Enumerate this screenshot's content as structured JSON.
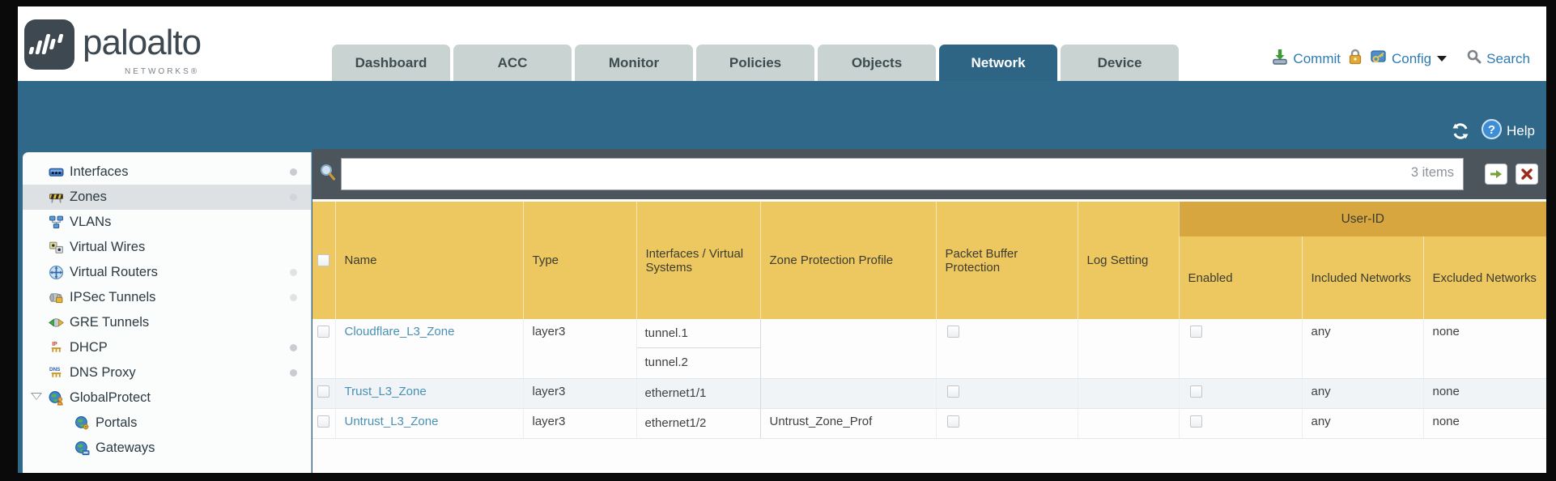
{
  "colors": {
    "teal_band": "#2f6889",
    "tab_active": "#2e6584",
    "tab_inactive": "#c9d3d2",
    "filter_bar": "#4c555b",
    "table_header_gold": "#edc75f",
    "user_id_band_gold": "#d8a63e",
    "zone_link_blue": "#4890b4",
    "action_link_blue": "#2d7cb2"
  },
  "brand": {
    "word": "paloalto",
    "sub": "NETWORKS®",
    "mark_icon": "paloalto-logo-icon"
  },
  "nav": {
    "tabs": [
      {
        "label": "Dashboard",
        "active": false
      },
      {
        "label": "ACC",
        "active": false
      },
      {
        "label": "Monitor",
        "active": false
      },
      {
        "label": "Policies",
        "active": false
      },
      {
        "label": "Objects",
        "active": false
      },
      {
        "label": "Network",
        "active": true
      },
      {
        "label": "Device",
        "active": false
      }
    ],
    "actions": {
      "commit_label": "Commit",
      "commit_icon": "commit-icon",
      "lock_icon": "lock-icon",
      "config_label": "Config",
      "config_icon": "config-icon",
      "config_caret_icon": "chevron-down-icon",
      "search_label": "Search",
      "search_icon": "search-icon"
    }
  },
  "band": {
    "refresh_icon": "refresh-icon",
    "help_icon": "help-icon",
    "help_label": "Help"
  },
  "filter": {
    "value": "",
    "placeholder": "",
    "items_count": "3 items",
    "magnifier_icon": "search-icon",
    "apply_icon": "arrow-right-icon",
    "clear_icon": "close-icon"
  },
  "sidebar": {
    "items": [
      {
        "label": "Interfaces",
        "icon": "interfaces-icon",
        "dot": true,
        "selected": false,
        "sub": false,
        "expander": false
      },
      {
        "label": "Zones",
        "icon": "zones-icon",
        "dot": true,
        "selected": true,
        "sub": false,
        "expander": false
      },
      {
        "label": "VLANs",
        "icon": "vlans-icon",
        "dot": false,
        "selected": false,
        "sub": false,
        "expander": false
      },
      {
        "label": "Virtual Wires",
        "icon": "virtual-wires-icon",
        "dot": false,
        "selected": false,
        "sub": false,
        "expander": false
      },
      {
        "label": "Virtual Routers",
        "icon": "virtual-routers-icon",
        "dot": true,
        "selected": false,
        "sub": false,
        "expander": false
      },
      {
        "label": "IPSec Tunnels",
        "icon": "ipsec-tunnels-icon",
        "dot": true,
        "selected": false,
        "sub": false,
        "expander": false
      },
      {
        "label": "GRE Tunnels",
        "icon": "gre-tunnels-icon",
        "dot": false,
        "selected": false,
        "sub": false,
        "expander": false
      },
      {
        "label": "DHCP",
        "icon": "dhcp-icon",
        "dot": true,
        "selected": false,
        "sub": false,
        "expander": false
      },
      {
        "label": "DNS Proxy",
        "icon": "dns-proxy-icon",
        "dot": true,
        "selected": false,
        "sub": false,
        "expander": false
      },
      {
        "label": "GlobalProtect",
        "icon": "globalprotect-icon",
        "dot": false,
        "selected": false,
        "sub": false,
        "expander": true
      },
      {
        "label": "Portals",
        "icon": "portals-icon",
        "dot": false,
        "selected": false,
        "sub": true,
        "expander": false
      },
      {
        "label": "Gateways",
        "icon": "gateways-icon",
        "dot": false,
        "selected": false,
        "sub": true,
        "expander": false
      }
    ]
  },
  "table": {
    "group_label": "User-ID",
    "columns": [
      {
        "label": "Name"
      },
      {
        "label": "Type"
      },
      {
        "label": "Interfaces / Virtual Systems"
      },
      {
        "label": "Zone Protection Profile"
      },
      {
        "label": "Packet Buffer Protection"
      },
      {
        "label": "Log Setting"
      },
      {
        "label": "Enabled"
      },
      {
        "label": "Included Networks"
      },
      {
        "label": "Excluded Networks"
      }
    ],
    "rows": [
      {
        "name": "Cloudflare_L3_Zone",
        "type": "layer3",
        "interfaces": [
          "tunnel.1",
          "tunnel.2"
        ],
        "zone_protection_profile": "",
        "log_setting": "",
        "included_networks": "any",
        "excluded_networks": "none"
      },
      {
        "name": "Trust_L3_Zone",
        "type": "layer3",
        "interfaces": [
          "ethernet1/1"
        ],
        "zone_protection_profile": "",
        "log_setting": "",
        "included_networks": "any",
        "excluded_networks": "none"
      },
      {
        "name": "Untrust_L3_Zone",
        "type": "layer3",
        "interfaces": [
          "ethernet1/2"
        ],
        "zone_protection_profile": "Untrust_Zone_Prof",
        "log_setting": "",
        "included_networks": "any",
        "excluded_networks": "none"
      }
    ]
  }
}
